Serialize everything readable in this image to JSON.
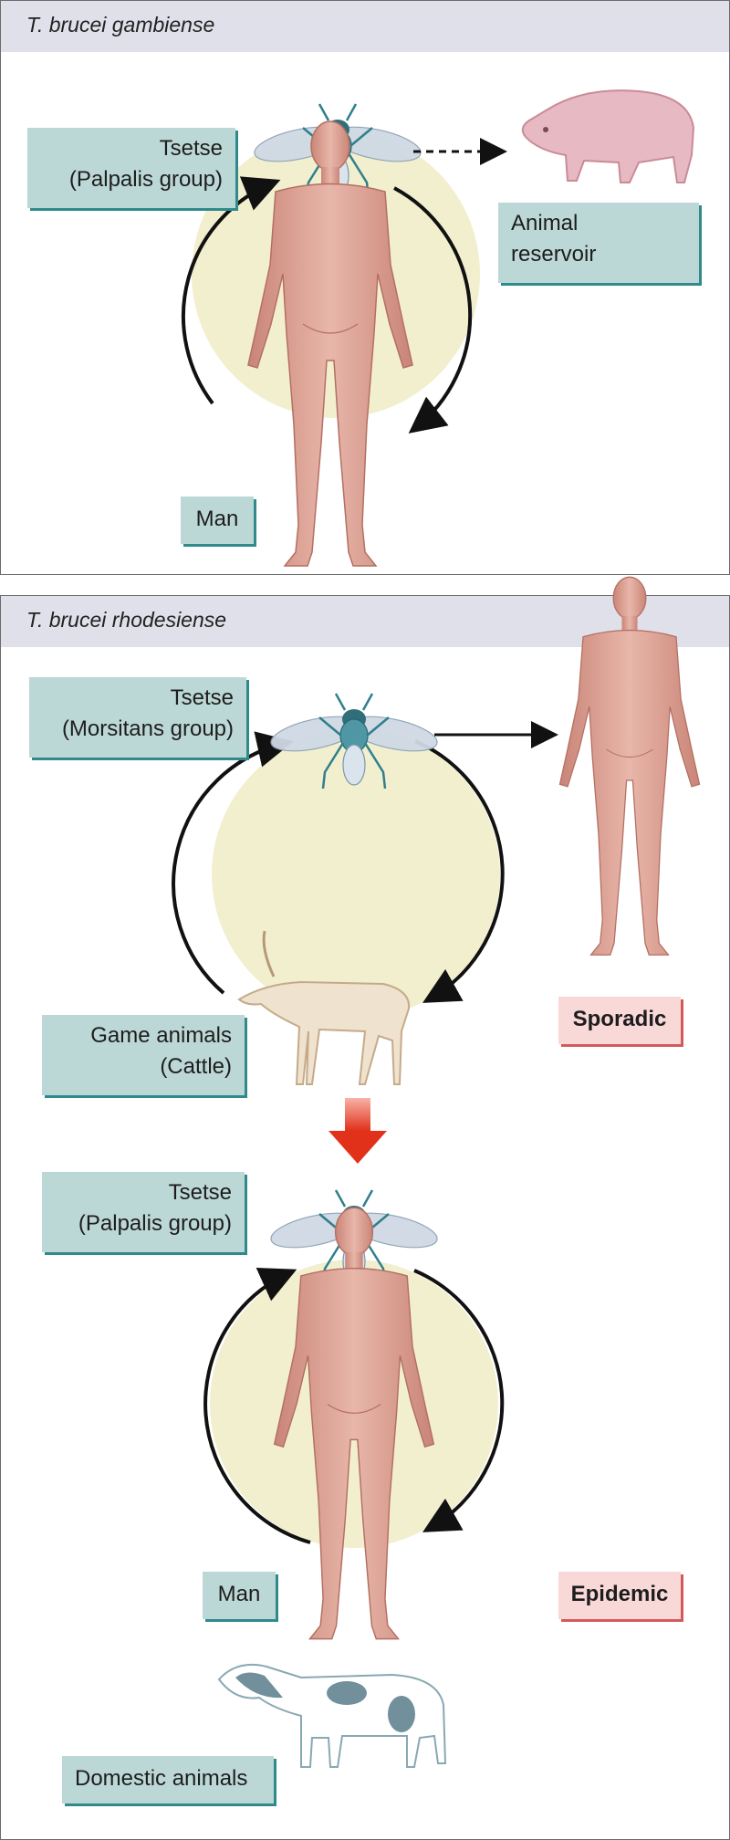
{
  "panel1": {
    "title": "T. brucei gambiense",
    "tsetse": [
      "Tsetse",
      "(Palpalis group)"
    ],
    "reservoir": [
      "Animal",
      "reservoir"
    ],
    "host": "Man"
  },
  "panel2": {
    "title": "T. brucei rhodesiense",
    "tsetse_top": [
      "Tsetse",
      "(Morsitans group)"
    ],
    "game": [
      "Game animals",
      "(Cattle)"
    ],
    "sporadic": "Sporadic",
    "tsetse_bottom": [
      "Tsetse",
      "(Palpalis group)"
    ],
    "host": "Man",
    "epidemic": "Epidemic",
    "domestic": "Domestic animals"
  },
  "colors": {
    "label_bg": "#bcd8d6",
    "label_shadow": "#2f8a8c",
    "alert_bg": "#f9d8d8",
    "alert_shadow": "#d45a5a",
    "cycle_fill": "#f2efcf",
    "human_skin": "#dca195",
    "fly": "#5ea8b3",
    "transition_arrow": "#e8412c"
  },
  "icons": [
    "tsetse-fly-icon",
    "pig-icon",
    "human-figure-icon",
    "antelope-icon",
    "cow-icon",
    "cycle-arrow-icon",
    "down-arrow-icon"
  ]
}
